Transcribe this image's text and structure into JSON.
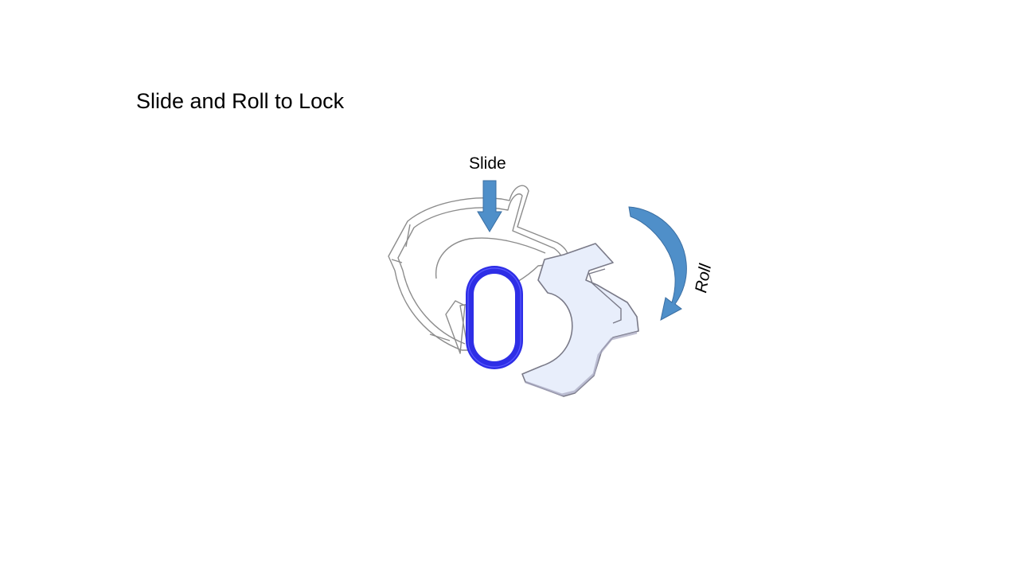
{
  "slide": {
    "title": "Slide and Roll to Lock"
  },
  "annotations": {
    "slide_label": "Slide",
    "roll_label": "Roll"
  },
  "colors": {
    "arrow": "#4f8fc9",
    "arrow_dark": "#3b6fa3",
    "oval_ring": "#2e2ee6",
    "clip_fill": "#e8eefb",
    "clip_outline": "#7a7a88",
    "housing_outline": "#8c8c8c"
  },
  "icons": {
    "slide_arrow": "down-arrow-icon",
    "roll_arrow": "curved-arrow-icon"
  }
}
